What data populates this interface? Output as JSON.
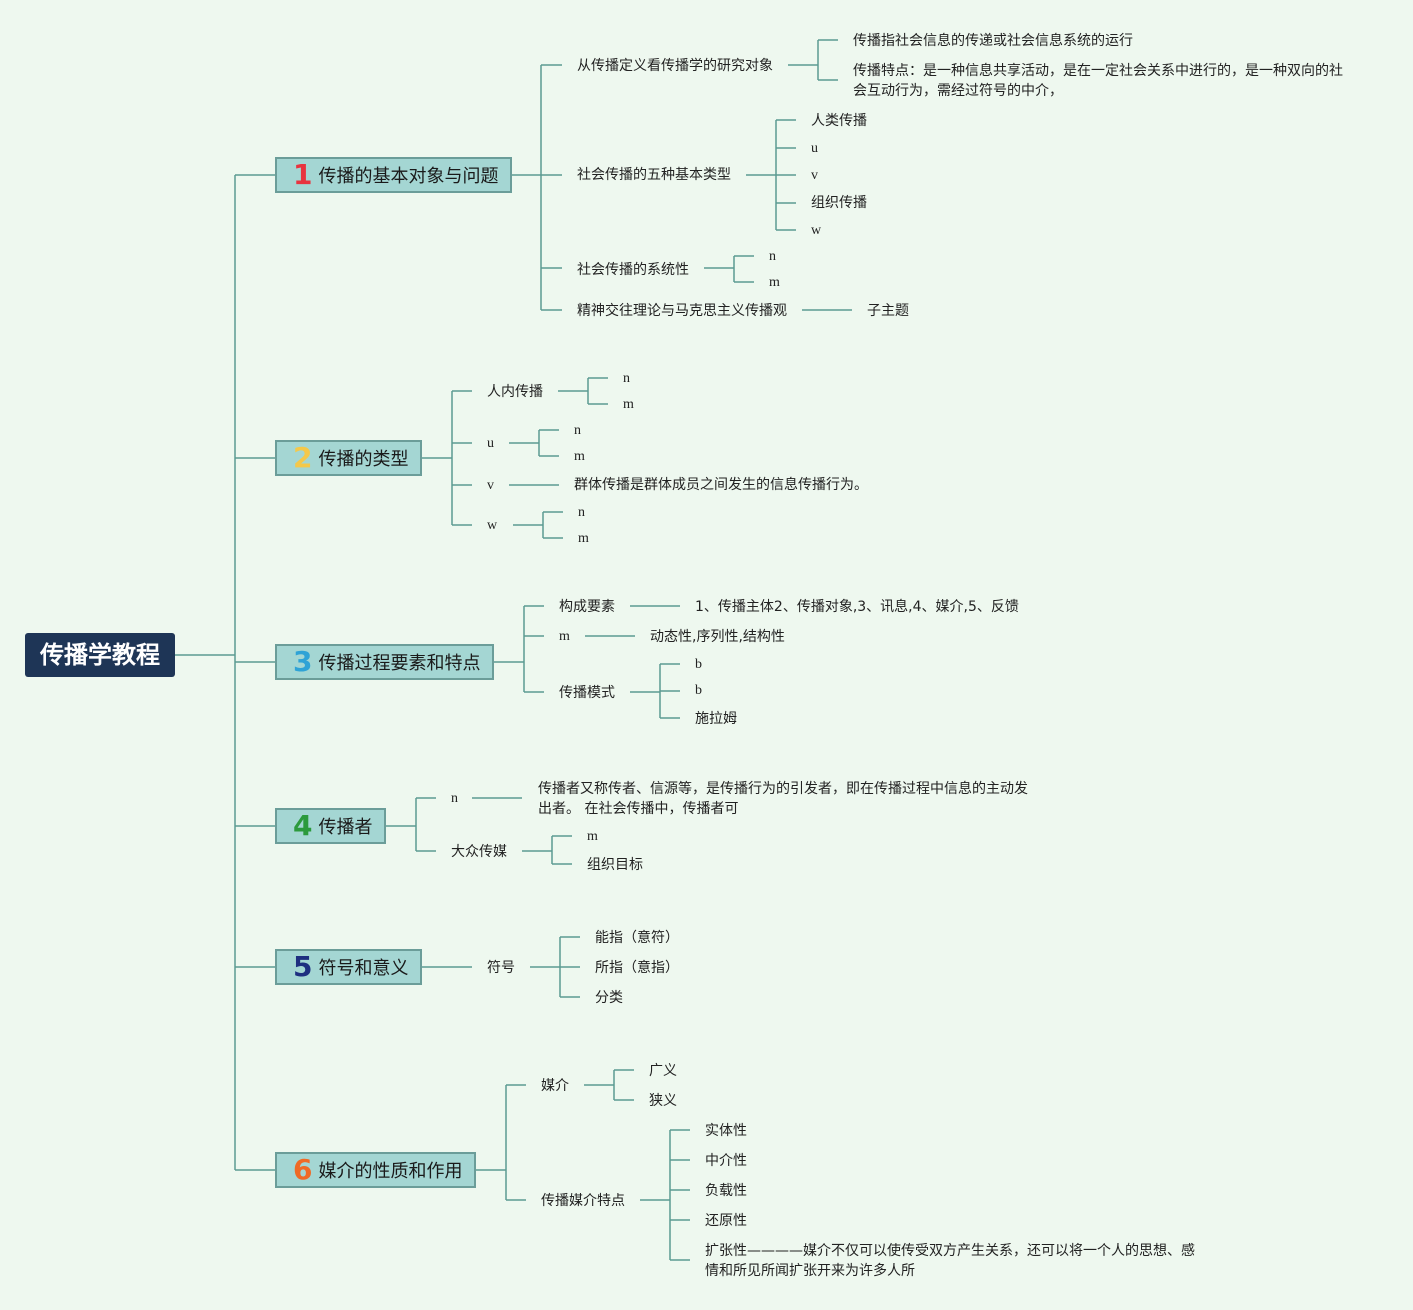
{
  "root": "传播学教程",
  "sections": [
    {
      "num": "1",
      "num_color": "#e8343f",
      "label": "传播的基本对象与问题"
    },
    {
      "num": "2",
      "num_color": "#f4c84a",
      "label": "传播的类型"
    },
    {
      "num": "3",
      "num_color": "#2fa3d6",
      "label": "传播过程要素和特点"
    },
    {
      "num": "4",
      "num_color": "#2c9a3d",
      "label": "传播者"
    },
    {
      "num": "5",
      "num_color": "#1e2f80",
      "label": "符号和意义"
    },
    {
      "num": "6",
      "num_color": "#ef6a25",
      "label": "媒介的性质和作用"
    }
  ],
  "s1": {
    "a": "从传播定义看传播学的研究对象",
    "a1": "传播指社会信息的传递或社会信息系统的运行",
    "a2": "传播特点：是一种信息共享活动，是在一定社会关系中进行的，是一种双向的社会互动行为，需经过符号的中介，",
    "b": "社会传播的五种基本类型",
    "b1": "人类传播",
    "b2": "u",
    "b3": "v",
    "b4": "组织传播",
    "b5": "w",
    "c": "社会传播的系统性",
    "c1": "n",
    "c2": "m",
    "d": "精神交往理论与马克思主义传播观",
    "d1": "子主题"
  },
  "s2": {
    "a": "人内传播",
    "a1": "n",
    "a2": "m",
    "b": "u",
    "b1": "n",
    "b2": "m",
    "c": "v",
    "c1": "群体传播是群体成员之间发生的信息传播行为。",
    "d": "w",
    "d1": "n",
    "d2": "m"
  },
  "s3": {
    "a": "构成要素",
    "a1": "1、传播主体2、传播对象,3、讯息,4、媒介,5、反馈",
    "b": "m",
    "b1": "动态性,序列性,结构性",
    "c": "传播模式",
    "c1": "b",
    "c2": "b",
    "c3": "施拉姆"
  },
  "s4": {
    "a": "n",
    "a1": "传播者又称传者、信源等，是传播行为的引发者，即在传播过程中信息的主动发出者。 在社会传播中，传播者可",
    "b": "大众传媒",
    "b1": "m",
    "b2": "组织目标"
  },
  "s5": {
    "a": "符号",
    "a1": "能指（意符）",
    "a2": "所指（意指）",
    "a3": "分类"
  },
  "s6": {
    "a": "媒介",
    "a1": "广义",
    "a2": "狭义",
    "b": "传播媒介特点",
    "b1": "实体性",
    "b2": "中介性",
    "b3": "负载性",
    "b4": "还原性",
    "b5": "扩张性————媒介不仅可以使传受双方产生关系，还可以将一个人的思想、感情和所见所闻扩张开来为许多人所"
  },
  "colors": {
    "line": "#5c9a92",
    "root_bg": "#1e3556",
    "node_bg": "#a4d6d3",
    "node_border": "#6b9d99",
    "background": "#eef8ef"
  }
}
